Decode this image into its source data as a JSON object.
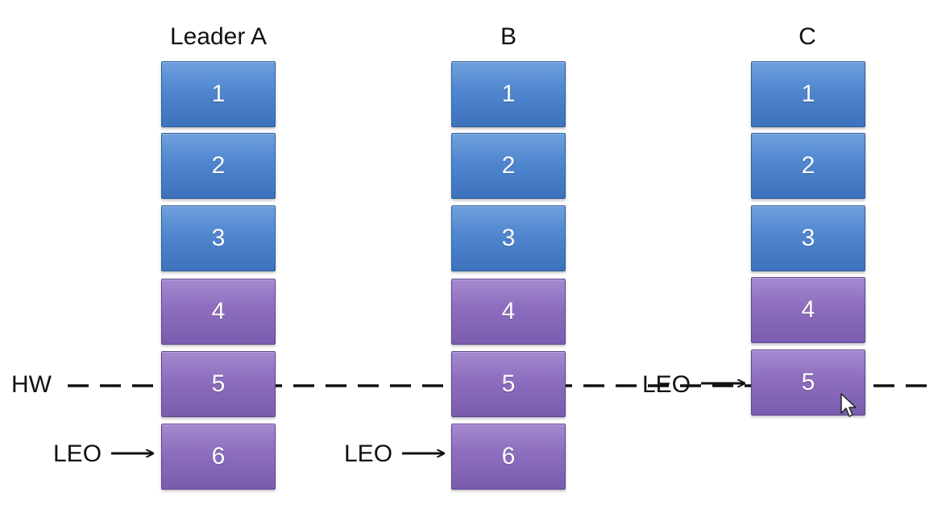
{
  "columns": [
    {
      "title": "Leader A",
      "blocks": [
        {
          "label": "1",
          "state": "committed"
        },
        {
          "label": "2",
          "state": "committed"
        },
        {
          "label": "3",
          "state": "committed"
        },
        {
          "label": "4",
          "state": "uncommitted"
        },
        {
          "label": "5",
          "state": "uncommitted"
        },
        {
          "label": "6",
          "state": "uncommitted"
        }
      ]
    },
    {
      "title": "B",
      "blocks": [
        {
          "label": "1",
          "state": "committed"
        },
        {
          "label": "2",
          "state": "committed"
        },
        {
          "label": "3",
          "state": "committed"
        },
        {
          "label": "4",
          "state": "uncommitted"
        },
        {
          "label": "5",
          "state": "uncommitted"
        },
        {
          "label": "6",
          "state": "uncommitted"
        }
      ]
    },
    {
      "title": "C",
      "blocks": [
        {
          "label": "1",
          "state": "committed"
        },
        {
          "label": "2",
          "state": "committed"
        },
        {
          "label": "3",
          "state": "committed"
        },
        {
          "label": "4",
          "state": "uncommitted"
        },
        {
          "label": "5",
          "state": "uncommitted"
        }
      ]
    }
  ],
  "markers": {
    "hw_label": "HW",
    "leo_a_label": "LEO",
    "leo_b_label": "LEO",
    "leo_c_label": "LEO"
  },
  "colors": {
    "committed": "#4f86cf",
    "uncommitted": "#8c6dbe",
    "line": "#111111"
  }
}
